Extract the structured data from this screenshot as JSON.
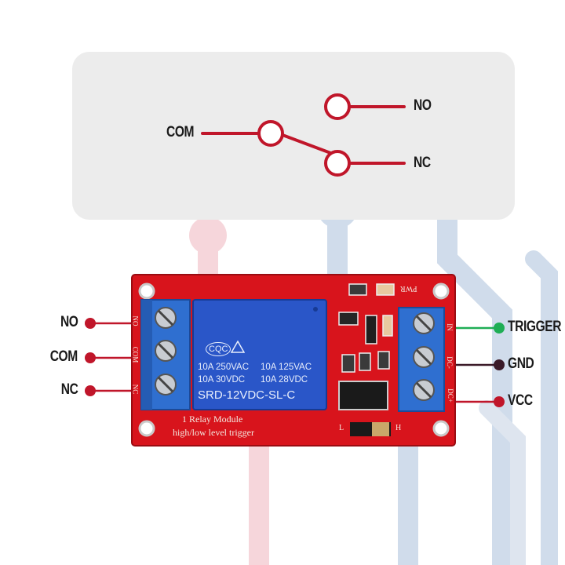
{
  "schematic": {
    "com_label": "COM",
    "no_label": "NO",
    "nc_label": "NC"
  },
  "module_pins": {
    "left": [
      "NO",
      "COM",
      "NC"
    ],
    "right": [
      "TRIGGER",
      "GND",
      "VCC"
    ]
  },
  "board": {
    "terminal_left_silk": [
      "NO",
      "COM",
      "NC"
    ],
    "terminal_right_silk": [
      "IN",
      "DC-",
      "DC+"
    ],
    "relay_cert": "CQC",
    "relay_ratings": [
      "10A 250VAC",
      "10A 125VAC",
      "10A 30VDC",
      "10A 28VDC"
    ],
    "relay_model": "SRD-12VDC-SL-C",
    "title_line1": "1 Relay Module",
    "title_line2": "high/low level trigger",
    "pwr_silk": "PWR",
    "jumper_left": "L",
    "jumper_right": "H"
  },
  "colors": {
    "wire_red": "#c0162a",
    "wire_green": "#1fae55",
    "wire_dark": "#3a1a28",
    "pcb_red": "#d8141c",
    "terminal_blue": "#2f6fd0",
    "relay_blue": "#2a56c8",
    "panel_gray": "#ececec"
  }
}
